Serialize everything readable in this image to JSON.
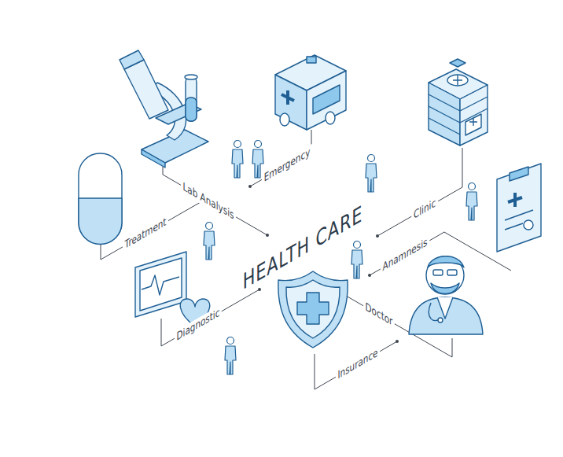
{
  "diagram": {
    "title": "HEALTH CARE",
    "labels": [
      "Lab Analysis",
      "Emergency",
      "Clinic",
      "Treatment",
      "Anamnesis",
      "Diagnostic",
      "Doctor",
      "Insurance"
    ]
  }
}
